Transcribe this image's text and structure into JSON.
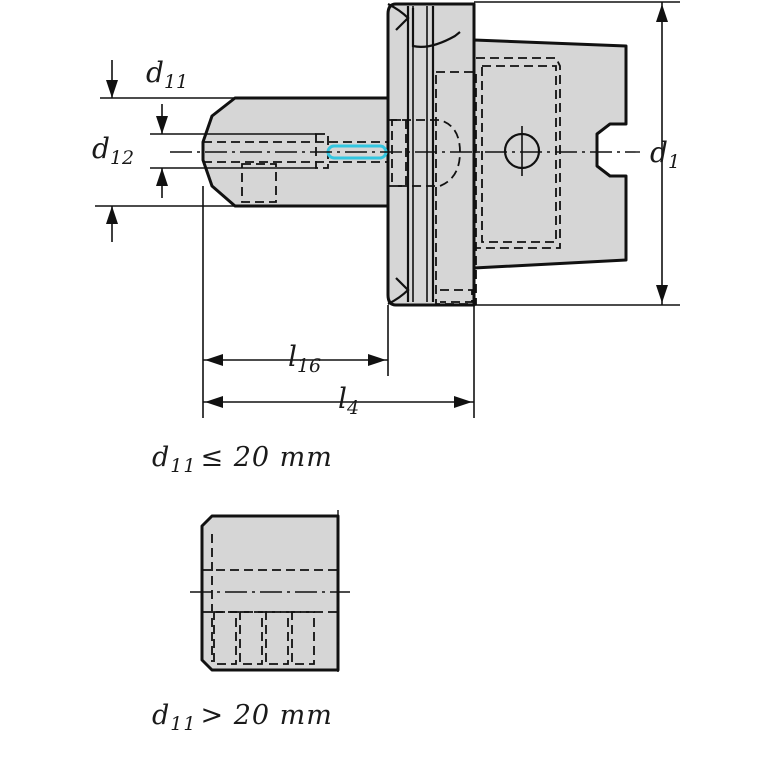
{
  "labels": {
    "d11": "d",
    "d11_sub": "11",
    "d12": "d",
    "d12_sub": "12",
    "d1": "d",
    "d1_sub": "1",
    "l16": "l",
    "l16_sub": "16",
    "l4": "l",
    "l4_sub": "4"
  },
  "captions": {
    "small": {
      "var": "d",
      "sub": "11",
      "text": "≤ 20 mm"
    },
    "large": {
      "var": "d",
      "sub": "11",
      "text": "> 20 mm"
    }
  },
  "colors": {
    "highlight": "#34c6e0",
    "fill": "#d6d6d6",
    "stroke": "#111111"
  }
}
